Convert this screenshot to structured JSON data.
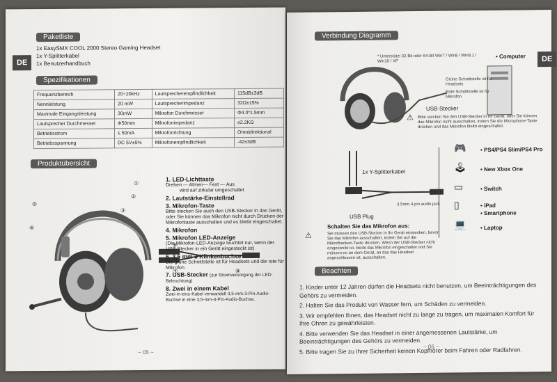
{
  "left_page": {
    "de_tab": "DE",
    "paketliste": {
      "title": "Paketliste",
      "items": [
        "1x EasySMX COOL 2000 Stereo Gaming Headset",
        "1x Y-Splitterkabel",
        "1x Benutzerhandbuch"
      ]
    },
    "spezifikationen": {
      "title": "Spezifikationen",
      "rows": [
        [
          "Frequenzbereich",
          "20~20kHz",
          "Lautsprecherempfindlichkeit",
          "115dB±3dB"
        ],
        [
          "Nennleistung",
          "20 mW",
          "Lautsprecherimpedanz",
          "32Ω±15%"
        ],
        [
          "Maximale Eingangsleistung",
          "30mW",
          "Mikrofon Durchmesser",
          "Φ4.0*1.5mm"
        ],
        [
          "Lautsprecher Durchmesser",
          "Φ50mm",
          "Mikrofonimpedanz",
          "≤2.2KΩ"
        ],
        [
          "Betriebsstrom",
          "≤ 50mA",
          "Mikrofonrichtung",
          "Omnidirektional"
        ],
        [
          "Betriebsspannung",
          "DC 5V±5%",
          "Mikrofonempfindlichkeit",
          "-42±3dB"
        ]
      ]
    },
    "produktuebersicht": {
      "title": "Produktübersicht",
      "f1_title": "1. LED-Lichttaste",
      "f1_sub": "Drehen — Atmen— Fest — Aus",
      "f1_sub2": "wird auf zirkular umgeschaltet",
      "f2_title": "2. Lautstärke-Einstellrad",
      "f3_title": "3. Mikrofon-Taste",
      "f3_desc": "Bitte stecken Sie auch den USB-Stecker in das Gerät, oder Sie können das Mikrofon nicht durch Drücken der Mikrofontaste ausschalten und es bleibt eingeschaltet.",
      "f4_title": "4. Mikrofon",
      "f5_title": "5. Mikrofon LED-Anzeige",
      "f5_desc": "(Die Mikrofon-LED-Anzeige leuchtet nur, wenn der USB-Stecker in ein Gerät eingesteckt ist)",
      "f6_title": "6. 3,5 mm 3 Klinkenbuchse",
      "f6_desc": "Die grüne Schnittstelle ist für Headsets und die rote für Mikrofon",
      "f7_title": "7. USB-Stecker",
      "f7_note": "(zur Stromversorgung der LED-Beleuchtung)",
      "f8_title": "8. Zwei in einem Kabel",
      "f8_desc": "Zwei-in-eins-Kabel verwandelt 3,5-mm-3-Pin-Audio-Buchse in eine 3,5-mm-4-Pin-Audio-Buchse.",
      "callouts": [
        "①",
        "②",
        "③",
        "④",
        "⑤",
        "⑥",
        "⑦",
        "⑧"
      ]
    },
    "page_number": "~ 05 ~"
  },
  "right_page": {
    "de_tab": "DE",
    "verbindung": {
      "title": "Verbindung Diagramm",
      "os_note": "* Unterstützt 32-Bit oder 64-Bit Win7 / Win8 / Win8.1 / Win10 / XP",
      "computer": "• Computer",
      "green_label": "Grüne Schnittstelle ist für Headsets",
      "red_label": "Rote Schnittstelle ist für Mikrofon",
      "usb_stecker": "USB-Stecker",
      "warning1": "Bitte stecken Sie den USB-Stecker in Ihr Gerät, oder Sie können das Mikrofon nicht ausschalten, indem Sie die Microphone-Taste drücken und das Mikrofon bleibt eingeschaltet.",
      "splitter": "1x Y-Splitterkabel",
      "usb_plug": "USB Plug",
      "jack": "3.5mm 4 pin audio jack",
      "devices": [
        "• PS4/PS4 Slim/PS4 Pro",
        "• New Xbox One",
        "• Switch",
        "• iPad",
        "• Smartphone",
        "• Laptop"
      ],
      "mic_off_title": "Schalten Sie das Mikrofon aus:",
      "mic_off_desc": "Sie müssen den USB-Stecker in Ihr Gerät einstecken, bevor Sie das Mikrofon ausschalten, indem Sie auf die Mikrofhacken-Taste drücken. Wenn der USB-Stecker nicht eingesteckt ist, bleibt das Mikrofon eingeschaltet und Sie müssen es an dem Gerät, an das das Headset angeschlossen ist, ausschalten."
    },
    "beachten": {
      "title": "Beachten",
      "items": [
        "1. Kinder unter 12 Jahren dürfen die Headsets nicht benutzen, um Beeinträchtigungen des Gehörs zu vermeiden.",
        "2. Halten Sie das Produkt von Wasser fern, um Schäden zu vermeiden.",
        "3. Wir empfehlen Ihnen, das Headset nicht zu lange zu tragen, um maximalen Komfort für Ihre Ohren zu gewährleisten.",
        "4. Bitte verwenden Sie das Headset in einer angemessenen Lautstärke, um Beeinträchtigungen des Gehörs zu vermeiden.",
        "5. Bitte tragen Sie zu Ihrer Sicherheit keinen Kopfhörer beim Fahren oder Radfahren."
      ]
    },
    "page_number": "~ 06 ~"
  }
}
